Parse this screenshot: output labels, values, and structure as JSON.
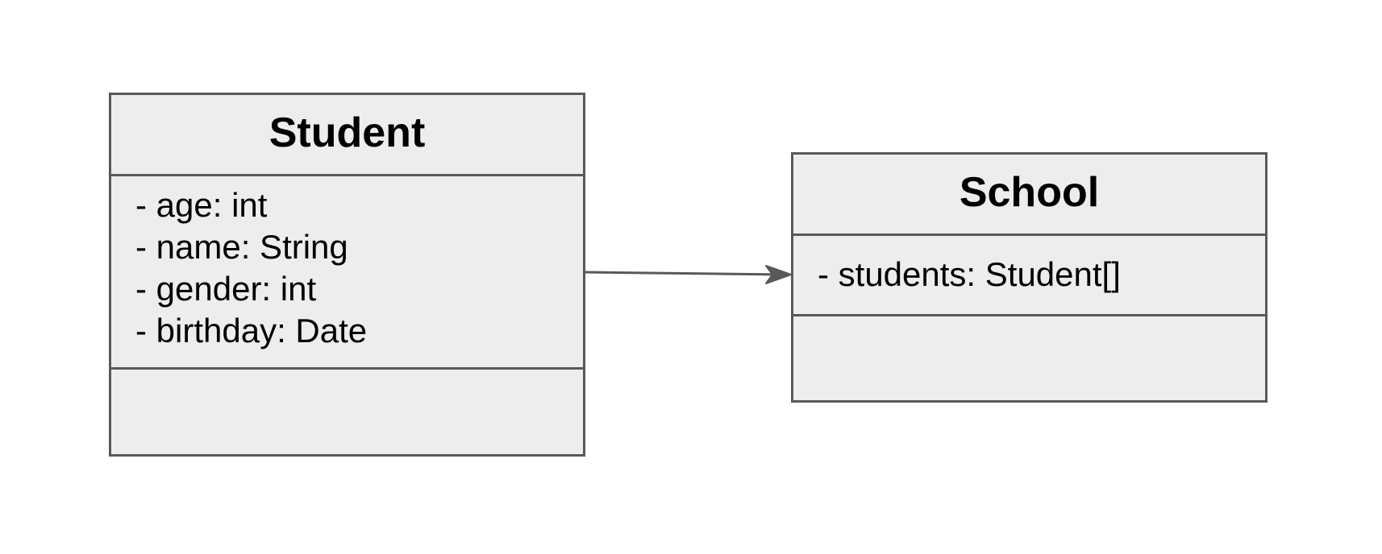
{
  "classes": {
    "student": {
      "name": "Student",
      "attributes": [
        "- age: int",
        "- name: String",
        "- gender: int",
        "- birthday: Date"
      ],
      "methods": []
    },
    "school": {
      "name": "School",
      "attributes": [
        "- students: Student[]"
      ],
      "methods": []
    }
  },
  "relationships": [
    {
      "from": "Student",
      "to": "School",
      "type": "association",
      "arrow": "open-arrowhead"
    }
  ],
  "colors": {
    "box_fill": "#ededed",
    "border": "#595959",
    "text": "#000000",
    "background": "#ffffff"
  }
}
